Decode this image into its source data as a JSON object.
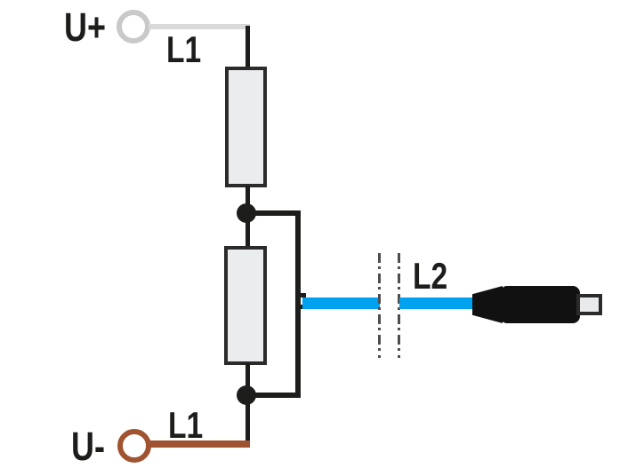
{
  "diagram": {
    "labels": {
      "u_plus": "U+",
      "u_minus": "U-",
      "l1_top": "L1",
      "l1_bottom": "L1",
      "l2": "L2"
    },
    "colors": {
      "background": "#ffffff",
      "line_black": "#1d1d1b",
      "wire_gray": "#d9d9d9",
      "terminal_gray": "#c9c9c9",
      "wire_brown": "#9f5330",
      "wire_blue": "#00a2f0",
      "resistor_fill": "#ebecee",
      "resistor_border": "#2b2b2b",
      "dash_line": "#4d4d4d",
      "connector_black": "#111111",
      "connector_tip_fill": "#e9eaec"
    }
  }
}
